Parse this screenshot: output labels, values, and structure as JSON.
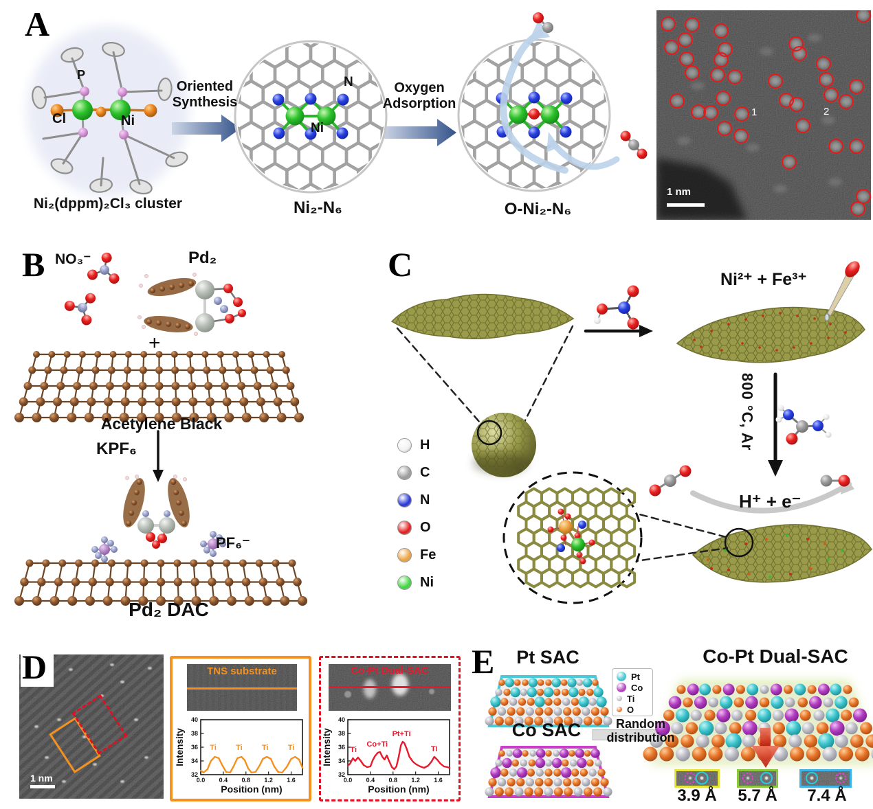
{
  "panels": {
    "A": {
      "label": "A",
      "cluster": {
        "caption": "Ni₂(dppm)₂Cl₃ cluster",
        "p": "P",
        "cl": "Cl",
        "ni": "Ni"
      },
      "step1": {
        "line1": "Oriented",
        "line2": "Synthesis"
      },
      "site1": {
        "caption": "Ni₂-N₆",
        "n": "N",
        "ni": "Ni"
      },
      "step2": {
        "line1": "Oxygen",
        "line2": "Adsorption"
      },
      "site2": {
        "caption": "O-Ni₂-N₆"
      },
      "stem": {
        "scale_bar": "1 nm",
        "marker1": "1",
        "marker2": "2",
        "circle_color": "#e81818",
        "sites": [
          [
            17,
            20
          ],
          [
            52,
            21
          ],
          [
            42,
            43
          ],
          [
            22,
            54
          ],
          [
            44,
            71
          ],
          [
            52,
            91
          ],
          [
            94,
            30
          ],
          [
            100,
            57
          ],
          [
            94,
            72
          ],
          [
            89,
            94
          ],
          [
            114,
            97
          ],
          [
            97,
            128
          ],
          [
            30,
            132
          ],
          [
            61,
            148
          ],
          [
            79,
            149
          ],
          [
            124,
            151
          ],
          [
            99,
            172
          ],
          [
            123,
            183
          ],
          [
            173,
            103
          ],
          [
            189,
            131
          ],
          [
            204,
            137
          ],
          [
            213,
            168
          ],
          [
            193,
            221
          ],
          [
            203,
            49
          ],
          [
            208,
            63
          ],
          [
            243,
            78
          ],
          [
            247,
            101
          ],
          [
            254,
            123
          ],
          [
            276,
            133
          ],
          [
            291,
            111
          ],
          [
            261,
            198
          ],
          [
            291,
            198
          ],
          [
            301,
            7
          ],
          [
            301,
            271
          ],
          [
            293,
            289
          ]
        ]
      }
    },
    "B": {
      "label": "B",
      "no3": "NO₃⁻",
      "pd2": "Pd₂",
      "plus": "+",
      "support": "Acetylene Black",
      "kpf6": "KPF₆",
      "pf6": "PF₆⁻",
      "product": "Pd₂ DAC"
    },
    "C": {
      "label": "C",
      "ions": "Ni²⁺ + Fe³⁺",
      "anneal": "800 °C, Ar",
      "reaction": "H⁺ + e⁻",
      "legend": [
        {
          "name": "H",
          "color": "#f2f2f2"
        },
        {
          "name": "C",
          "color": "#9c9c9c"
        },
        {
          "name": "N",
          "color": "#2333d6"
        },
        {
          "name": "O",
          "color": "#e31b1b"
        },
        {
          "name": "Fe",
          "color": "#eda33f"
        },
        {
          "name": "Ni",
          "color": "#3ed63e"
        }
      ]
    },
    "D": {
      "label": "D",
      "scale_bar": "1 nm"
    },
    "E": {
      "label": "E",
      "pt_sac": "Pt SAC",
      "co_sac": "Co SAC",
      "dual": "Co-Pt Dual-SAC",
      "arrow": {
        "line1": "Random",
        "line2": "distribution"
      },
      "legend": [
        {
          "name": "Pt",
          "color": "#3ec6ce",
          "size": 14
        },
        {
          "name": "Co",
          "color": "#b13ec0",
          "size": 14
        },
        {
          "name": "Ti",
          "color": "#c0c0c8",
          "size": 8
        },
        {
          "name": "O",
          "color": "#e8762a",
          "size": 8
        }
      ],
      "distances": [
        "3.9 Å",
        "5.7 Å",
        "7.4 Å"
      ]
    }
  },
  "chart_data": [
    {
      "type": "line",
      "title": "TNS substrate",
      "color": "#f59120",
      "xlabel": "Position (nm)",
      "ylabel": "Intensity",
      "xlim": [
        0,
        1.8
      ],
      "ylim": [
        32,
        40
      ],
      "xticks": [
        [
          0,
          "0.0"
        ],
        [
          0.4,
          "0.4"
        ],
        [
          0.8,
          "0.8"
        ],
        [
          1.2,
          "1.2"
        ],
        [
          1.6,
          "1.6"
        ]
      ],
      "yticks": [
        [
          32,
          "32"
        ],
        [
          34,
          "34"
        ],
        [
          36,
          "36"
        ],
        [
          38,
          "38"
        ],
        [
          40,
          "40"
        ]
      ],
      "x": [
        0,
        0.05,
        0.12,
        0.18,
        0.25,
        0.32,
        0.38,
        0.45,
        0.52,
        0.58,
        0.65,
        0.72,
        0.78,
        0.84,
        0.9,
        0.97,
        1.04,
        1.1,
        1.17,
        1.24,
        1.3,
        1.37,
        1.44,
        1.52,
        1.6,
        1.67,
        1.74,
        1.8
      ],
      "y": [
        32.6,
        32.3,
        32.8,
        34,
        34.6,
        34.4,
        33.4,
        32.4,
        32.3,
        33.2,
        34.4,
        34.6,
        34.1,
        32.9,
        32.3,
        32.4,
        33.3,
        34.3,
        34.6,
        34.3,
        33.2,
        32.4,
        32.3,
        33.1,
        34.3,
        34.6,
        34.2,
        33
      ],
      "annotations": [
        {
          "text": "Ti",
          "x": 0.22,
          "y": 35.6
        },
        {
          "text": "Ti",
          "x": 0.68,
          "y": 35.6
        },
        {
          "text": "Ti",
          "x": 1.14,
          "y": 35.6
        },
        {
          "text": "Ti",
          "x": 1.6,
          "y": 35.6
        }
      ]
    },
    {
      "type": "line",
      "title": "Co-Pt Dual-SAC",
      "color": "#e8192c",
      "xlabel": "Position (nm)",
      "ylabel": "Intensity",
      "xlim": [
        0,
        1.8
      ],
      "ylim": [
        32,
        40
      ],
      "xticks": [
        [
          0,
          "0.0"
        ],
        [
          0.4,
          "0.4"
        ],
        [
          0.8,
          "0.8"
        ],
        [
          1.2,
          "1.2"
        ],
        [
          1.6,
          "1.6"
        ]
      ],
      "yticks": [
        [
          32,
          "32"
        ],
        [
          34,
          "34"
        ],
        [
          36,
          "36"
        ],
        [
          38,
          "38"
        ],
        [
          40,
          "40"
        ]
      ],
      "x": [
        0,
        0.04,
        0.09,
        0.13,
        0.18,
        0.22,
        0.28,
        0.34,
        0.4,
        0.44,
        0.48,
        0.53,
        0.57,
        0.61,
        0.65,
        0.69,
        0.73,
        0.78,
        0.82,
        0.86,
        0.9,
        0.94,
        0.97,
        1,
        1.04,
        1.09,
        1.15,
        1.21,
        1.28,
        1.35,
        1.42,
        1.48,
        1.53,
        1.58,
        1.64,
        1.7,
        1.76,
        1.8
      ],
      "y": [
        33.3,
        33.6,
        34.4,
        34,
        34.5,
        34.1,
        33.4,
        33.1,
        33.2,
        34.1,
        34.7,
        35.2,
        35.3,
        34.6,
        34.2,
        34.8,
        34,
        33.1,
        32.8,
        33.2,
        34.6,
        36.3,
        36.8,
        36.6,
        35.8,
        34.6,
        33.9,
        33.5,
        33.2,
        33,
        33.3,
        33.9,
        34.6,
        34.2,
        33.6,
        33.2,
        33.1,
        33
      ],
      "annotations": [
        {
          "text": "Ti",
          "x": 0.1,
          "y": 35.3
        },
        {
          "text": "Co+Ti",
          "x": 0.52,
          "y": 36.1
        },
        {
          "text": "Pt+Ti",
          "x": 0.95,
          "y": 37.6
        },
        {
          "text": "Ti",
          "x": 1.53,
          "y": 35.4
        }
      ]
    }
  ]
}
